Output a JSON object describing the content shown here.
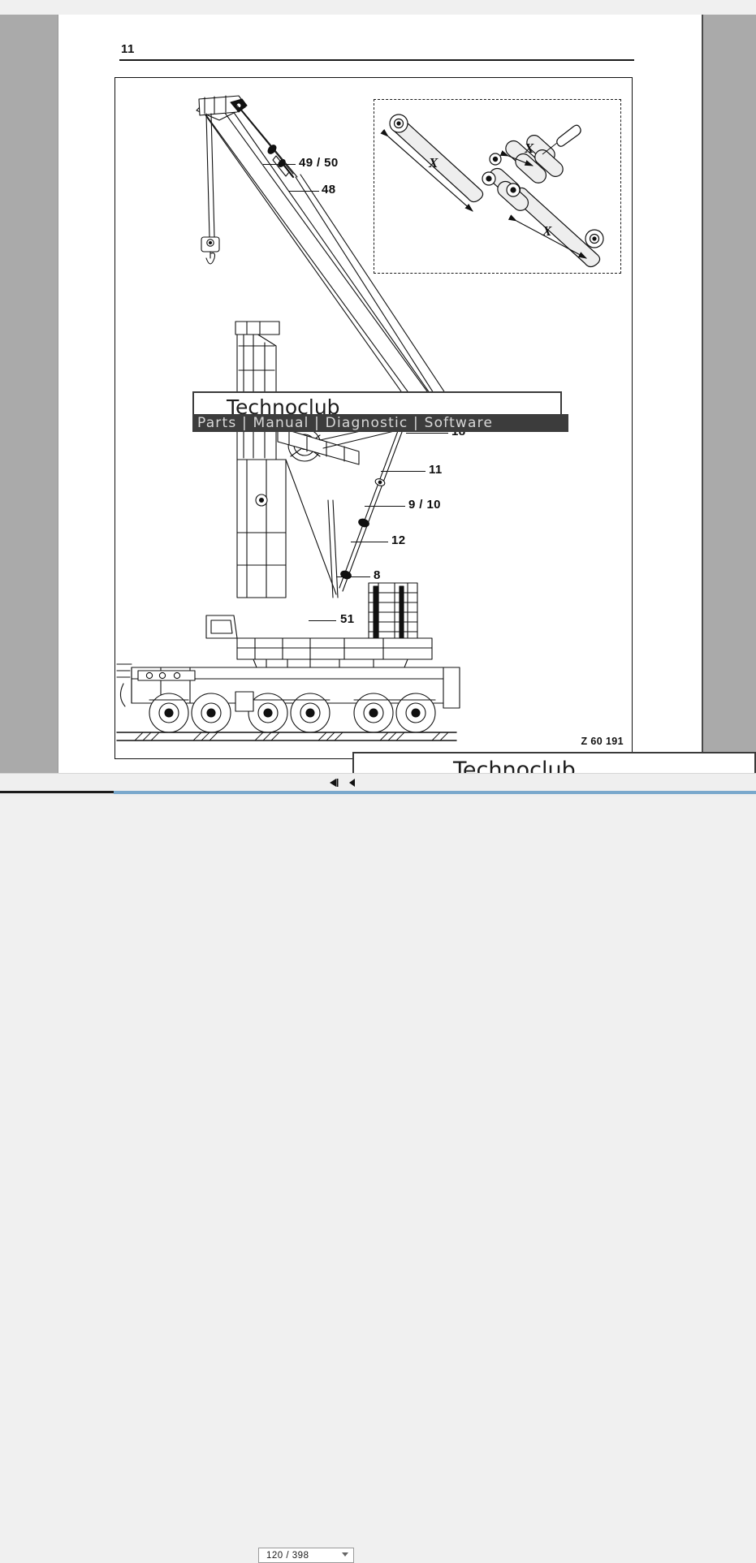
{
  "document": {
    "page_label": "11",
    "figure_code": "Z 60 191"
  },
  "callouts": [
    {
      "id": "c1",
      "text": "49 / 50"
    },
    {
      "id": "c2",
      "text": "48"
    },
    {
      "id": "c3",
      "text": "18"
    },
    {
      "id": "c4",
      "text": "11"
    },
    {
      "id": "c5",
      "text": "9 / 10"
    },
    {
      "id": "c6",
      "text": "12"
    },
    {
      "id": "c7",
      "text": "8"
    },
    {
      "id": "c8",
      "text": "51"
    }
  ],
  "inset": {
    "dimension_labels": [
      "X",
      "X",
      "X"
    ]
  },
  "watermark": {
    "title": "Technoclub",
    "bar": "Parts  |  Manual |   Diagnostic  |  Software",
    "bar_color": "#3c3c3c",
    "text_color": "#d8d8d8"
  },
  "toolbar": {
    "first_page_icon": "first-page-icon",
    "previous_page_icon": "previous-page-icon",
    "page_value": "120 / 398",
    "dropdown_icon": "chevron-down-icon"
  }
}
